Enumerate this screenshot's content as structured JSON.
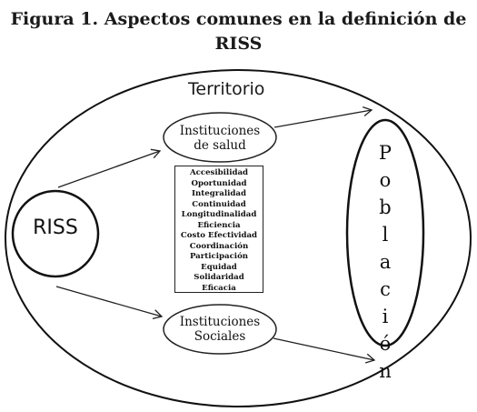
{
  "title": {
    "line1": "Figura 1. Aspectos comunes en la definición de",
    "line2": "RISS"
  },
  "territory_label": "Territorio",
  "riss_label": "RISS",
  "health_institutions": {
    "line1": "Instituciones",
    "line2": "de salud"
  },
  "social_institutions": {
    "line1": "Instituciones",
    "line2": "Sociales"
  },
  "aspects": [
    "Accesibilidad",
    "Oportunidad",
    "Integralidad",
    "Continuidad",
    "Longitudinalidad",
    "Eficiencia",
    "Costo Efectividad",
    "Coordinación",
    "Participación",
    "Equidad",
    "Solidaridad",
    "Eficacia"
  ],
  "population_letters": [
    "P",
    "o",
    "b",
    "l",
    "a",
    "c",
    "i",
    "ó",
    "n"
  ]
}
